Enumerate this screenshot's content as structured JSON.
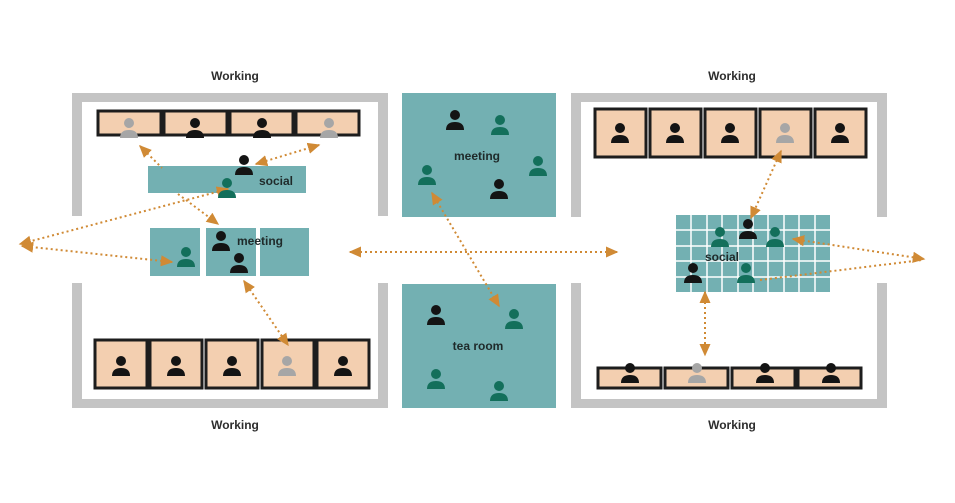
{
  "labels": {
    "working_tl": "Working",
    "working_tr": "Working",
    "working_bl": "Working",
    "working_br": "Working",
    "social_left": "social",
    "meeting_left": "meeting",
    "meeting_center": "meeting",
    "tea_room": "tea room",
    "social_right": "social"
  },
  "colors": {
    "wall": "#c4c4c4",
    "room_teal": "#73b0b2",
    "desk_fill": "#f3cfb0",
    "desk_border": "#1d1d1d",
    "person_dark": "#141414",
    "person_teal": "#136f5b",
    "person_gray": "#a6a6a6",
    "arrow": "#d08a35",
    "grid_line": "#ffffff"
  },
  "icons": [
    "person-icon",
    "arrow-head-icon"
  ]
}
